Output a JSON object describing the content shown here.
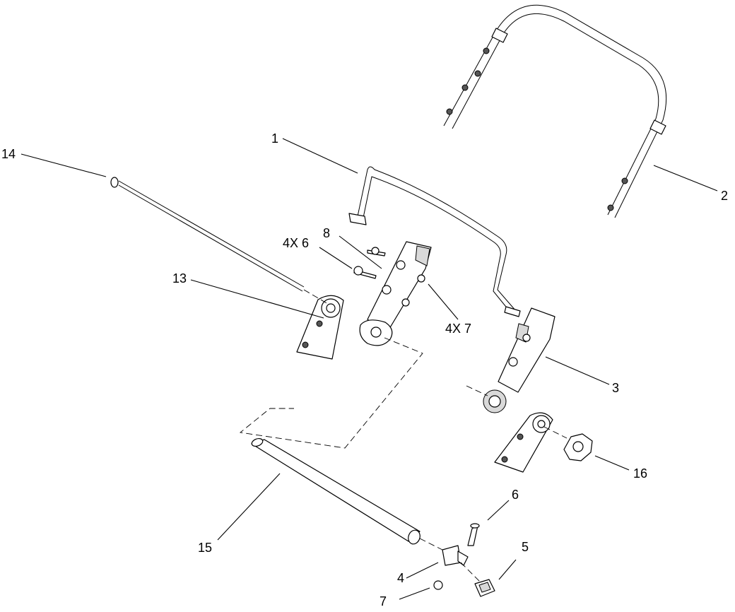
{
  "callouts": [
    {
      "id": "1",
      "label": "1"
    },
    {
      "id": "2",
      "label": "2"
    },
    {
      "id": "3",
      "label": "3"
    },
    {
      "id": "4",
      "label": "4"
    },
    {
      "id": "5",
      "label": "5"
    },
    {
      "id": "6",
      "label": "6"
    },
    {
      "id": "7",
      "label": "7"
    },
    {
      "id": "8",
      "label": "8"
    },
    {
      "id": "13",
      "label": "13"
    },
    {
      "id": "14",
      "label": "14"
    },
    {
      "id": "15",
      "label": "15"
    },
    {
      "id": "16",
      "label": "16"
    },
    {
      "id": "4x6",
      "label": "4X 6"
    },
    {
      "id": "4x7",
      "label": "4X 7"
    }
  ]
}
